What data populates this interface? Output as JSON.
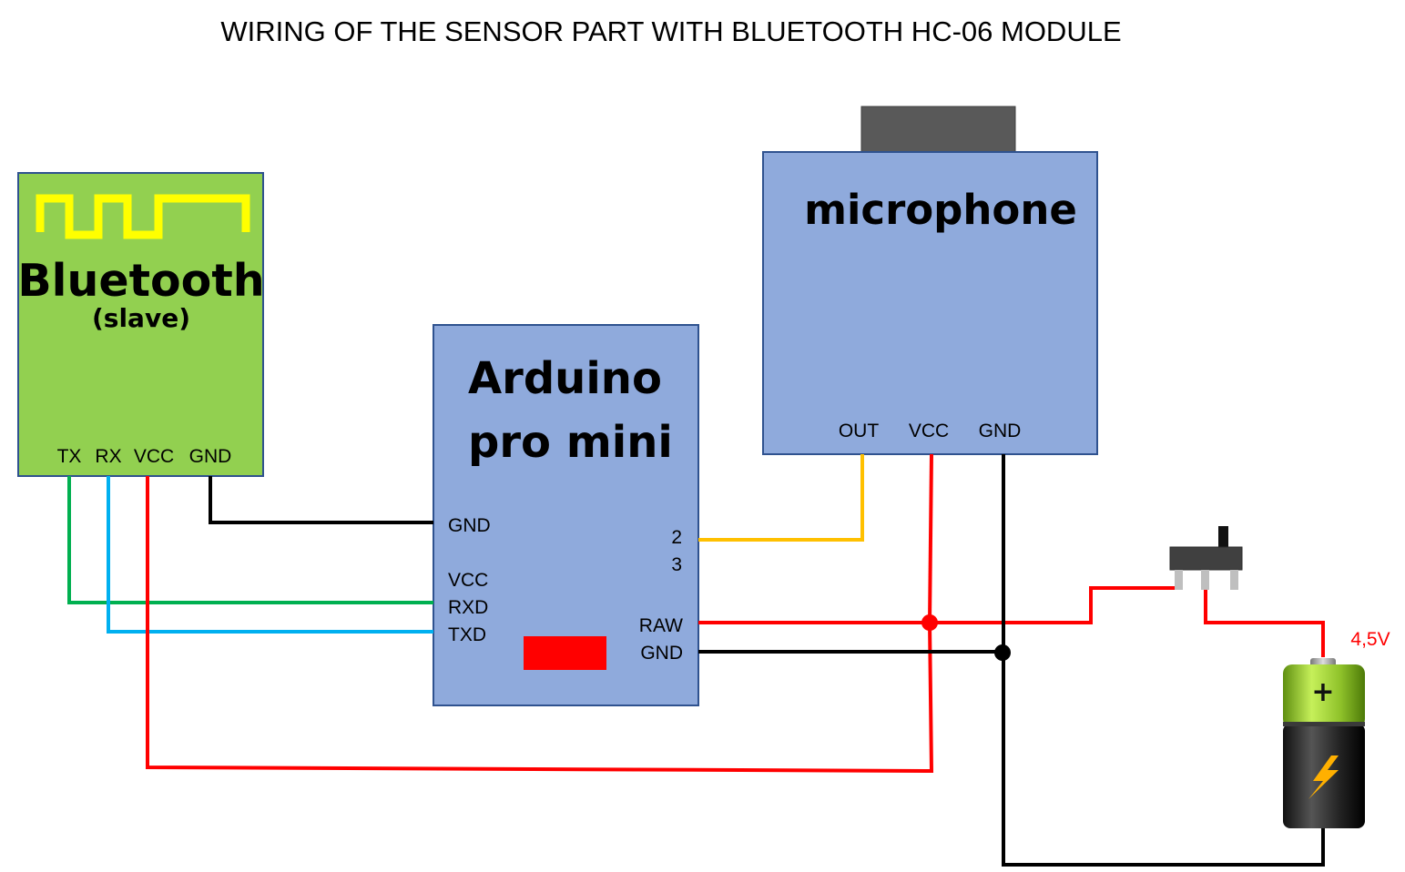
{
  "title": "WIRING OF THE SENSOR PART WITH BLUETOOTH HC-06 MODULE",
  "bluetooth": {
    "name": "Bluetooth",
    "subtitle": "(slave)",
    "pins": [
      "TX",
      "RX",
      "VCC",
      "GND"
    ],
    "color": "#92d050"
  },
  "arduino": {
    "name_line1": "Arduino",
    "name_line2": "pro mini",
    "left_pins": [
      "GND",
      "VCC",
      "RXD",
      "TXD"
    ],
    "right_pins": [
      "2",
      "3",
      "RAW",
      "GND"
    ],
    "color": "#8faadc"
  },
  "microphone": {
    "name": "microphone",
    "pins": [
      "OUT",
      "VCC",
      "GND"
    ],
    "color": "#8faadc"
  },
  "battery": {
    "voltage": "4,5V",
    "plus": "+"
  },
  "wire_colors": {
    "power": "#ff0000",
    "ground": "#000000",
    "signal": "#ffc000",
    "tx": "#00b050",
    "rx": "#00b0f0"
  }
}
